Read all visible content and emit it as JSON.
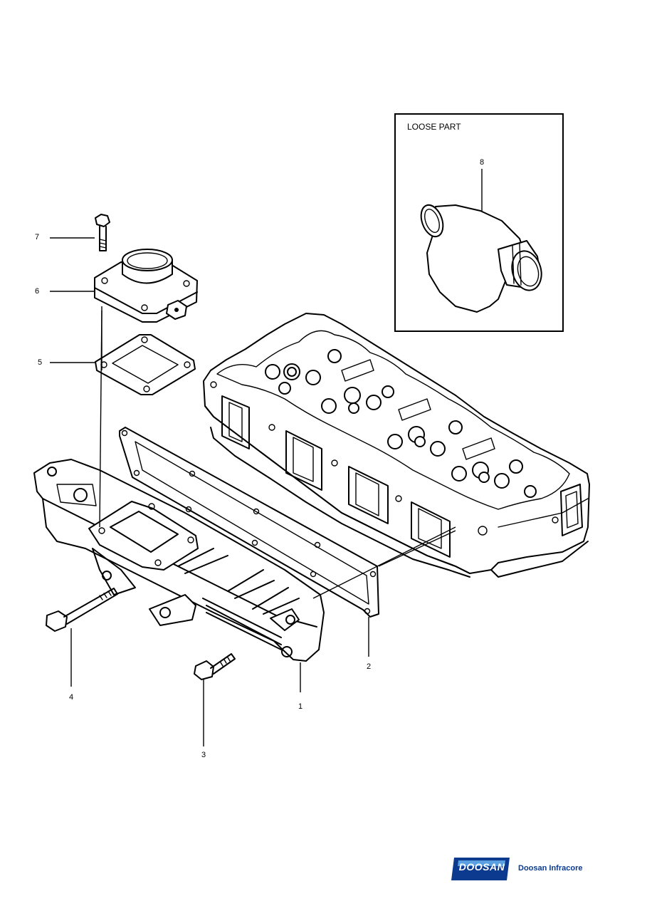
{
  "loose_part": {
    "title": "LOOSE PART"
  },
  "callouts": {
    "c1": "1",
    "c2": "2",
    "c3": "3",
    "c4": "4",
    "c5": "5",
    "c6": "6",
    "c7": "7",
    "c8": "8"
  },
  "brand": {
    "logo_text": "DOOSAN",
    "company_name": "Doosan Infracore",
    "logo_color": "#0b3a8f"
  },
  "colors": {
    "line": "#000000",
    "background": "#ffffff"
  }
}
